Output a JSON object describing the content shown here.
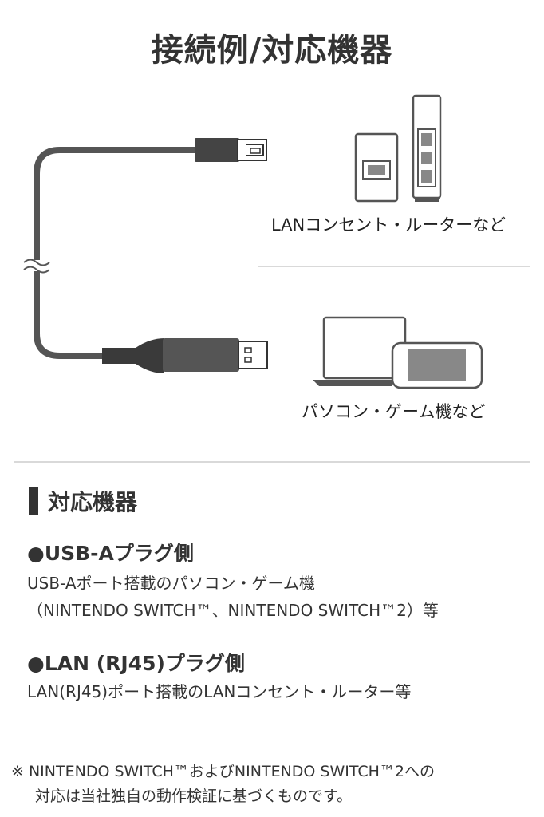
{
  "title": "接続例/対応機器",
  "diagram": {
    "lan_caption": "LANコンセント・ルーターなど",
    "pc_caption": "パソコン・ゲーム機など"
  },
  "section": {
    "heading": "対応機器",
    "usb": {
      "title": "●USB-Aプラグ側",
      "line1": "USB-Aポート搭載のパソコン・ゲーム機",
      "line2": "（NINTENDO SWITCH™、NINTENDO SWITCH™2）等"
    },
    "lan": {
      "title": "●LAN (RJ45)プラグ側",
      "line1": "LAN(RJ45)ポート搭載のLANコンセント・ルーター等"
    }
  },
  "note": {
    "line1": "※ NINTENDO SWITCH™およびNINTENDO SWITCH™2への",
    "line2": "対応は当社独自の動作検証に基づくものです。"
  },
  "colors": {
    "text": "#333333",
    "cable": "#555555",
    "divider": "#d9d9d9"
  }
}
